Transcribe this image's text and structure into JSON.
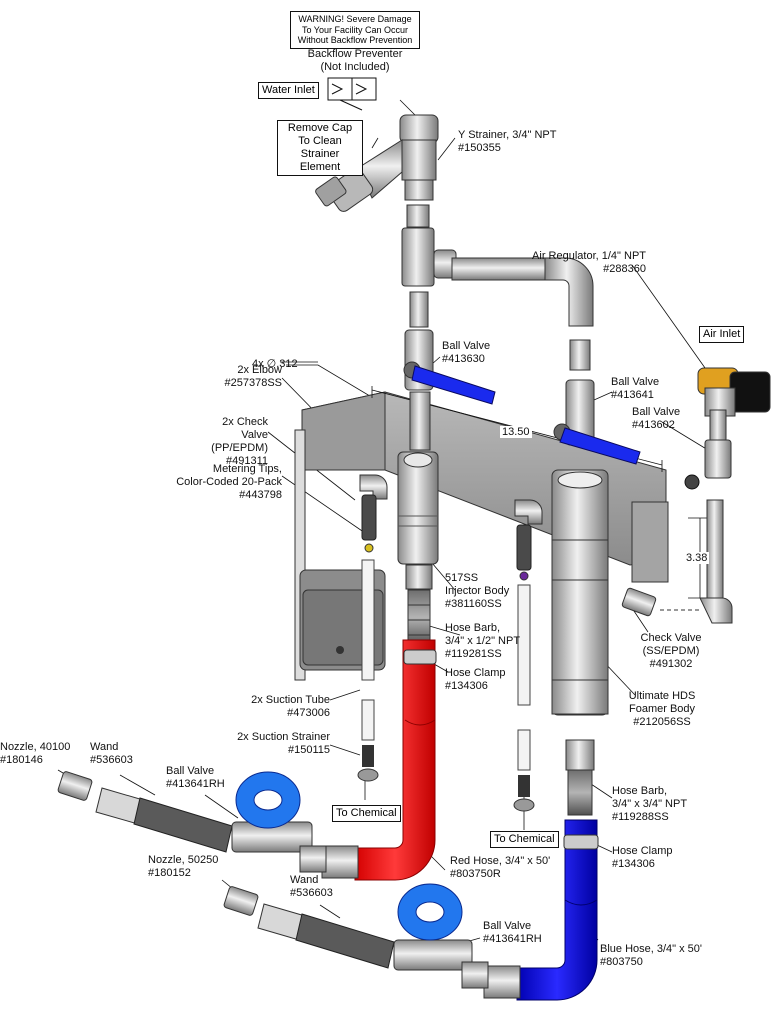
{
  "warning": "WARNING! Severe Damage\nTo Your Facility Can Occur\nWithout Backflow Prevention",
  "labels": {
    "backflow": "Backflow Preventer\n(Not Included)",
    "water_inlet": "Water Inlet",
    "remove_cap": "Remove Cap\nTo Clean\nStrainer Element",
    "y_strainer": "Y Strainer, 3/4\" NPT\n#150355",
    "air_regulator": "Air Regulator, 1/4\" NPT\n#288360",
    "air_inlet": "Air Inlet",
    "ball_valve_413630": "Ball Valve\n#413630",
    "ball_valve_413641": "Ball Valve\n#413641",
    "ball_valve_413602": "Ball Valve\n#413602",
    "elbow": "2x Elbow\n#257378SS",
    "holes": "4x ∅.312",
    "check_valve_pp": "2x Check Valve\n(PP/EPDM)\n#491311",
    "metering_tips": "Metering Tips,\nColor-Coded 20-Pack\n#443798",
    "injector": "517SS\nInjector Body\n#381160SS",
    "hose_barb_119281": "Hose Barb,\n3/4\" x 1/2\" NPT\n#119281SS",
    "hose_clamp_1": "Hose Clamp\n#134306",
    "check_valve_ss": "Check Valve\n(SS/EPDM)\n#491302",
    "foamer": "Ultimate HDS\nFoamer Body\n#212056SS",
    "suction_tube": "2x Suction Tube\n#473006",
    "suction_strainer": "2x Suction Strainer\n#150115",
    "to_chemical_1": "To Chemical",
    "to_chemical_2": "To Chemical",
    "nozzle_40100": "Nozzle, 40100\n#180146",
    "wand_1": "Wand\n#536603",
    "ball_valve_rh_1": "Ball Valve\n#413641RH",
    "hose_barb_119288": "Hose Barb,\n3/4\" x 3/4\" NPT\n#119288SS",
    "hose_clamp_2": "Hose Clamp\n#134306",
    "nozzle_50250": "Nozzle, 50250\n#180152",
    "wand_2": "Wand\n#536603",
    "red_hose": "Red Hose, 3/4\" x 50'",
    "red_hose_pn": "#803750R",
    "ball_valve_rh_2": "Ball Valve\n#413641RH",
    "blue_hose": "Blue Hose, 3/4\" x 50'",
    "blue_hose_pn": "#803750"
  },
  "dims": {
    "width": "13.50",
    "height": "3.38"
  },
  "colors": {
    "red_hose": "#ff1a1a",
    "blue_hose": "#1010e0",
    "knob_blue": "#2277ee",
    "brass": "#e0a020",
    "steel": "#c8c8c8",
    "plate": "#a8a8a8"
  }
}
